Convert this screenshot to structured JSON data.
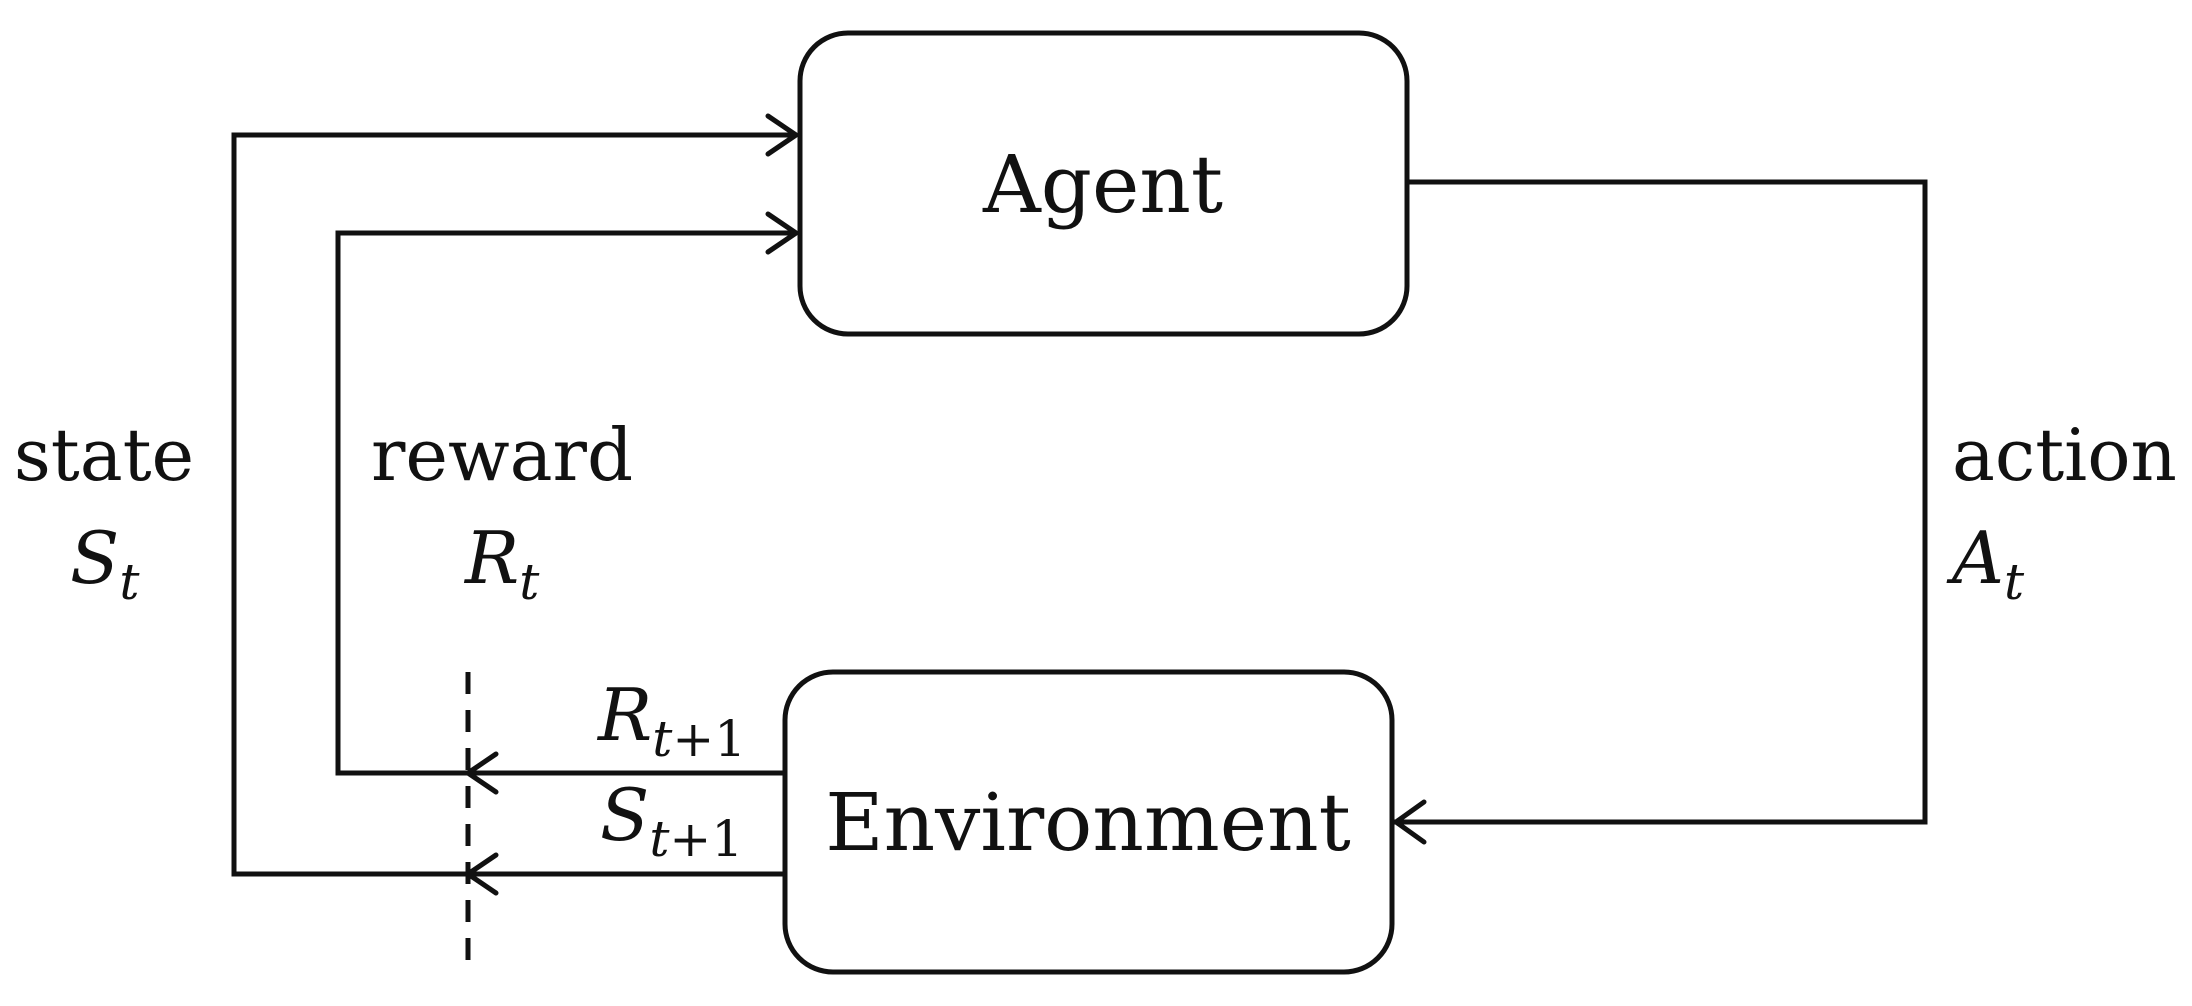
{
  "nodes": {
    "agent": "Agent",
    "environment": "Environment"
  },
  "labels": {
    "state_word": "state",
    "state_symbol": "S",
    "state_sub": "t",
    "reward_word": "reward",
    "reward_symbol": "R",
    "reward_sub": "t",
    "action_word": "action",
    "action_symbol": "A",
    "action_sub": "t",
    "next_reward_symbol": "R",
    "next_reward_sub_var": "t",
    "next_reward_sub_rest": "+1",
    "next_state_symbol": "S",
    "next_state_sub_var": "t",
    "next_state_sub_rest": "+1"
  }
}
